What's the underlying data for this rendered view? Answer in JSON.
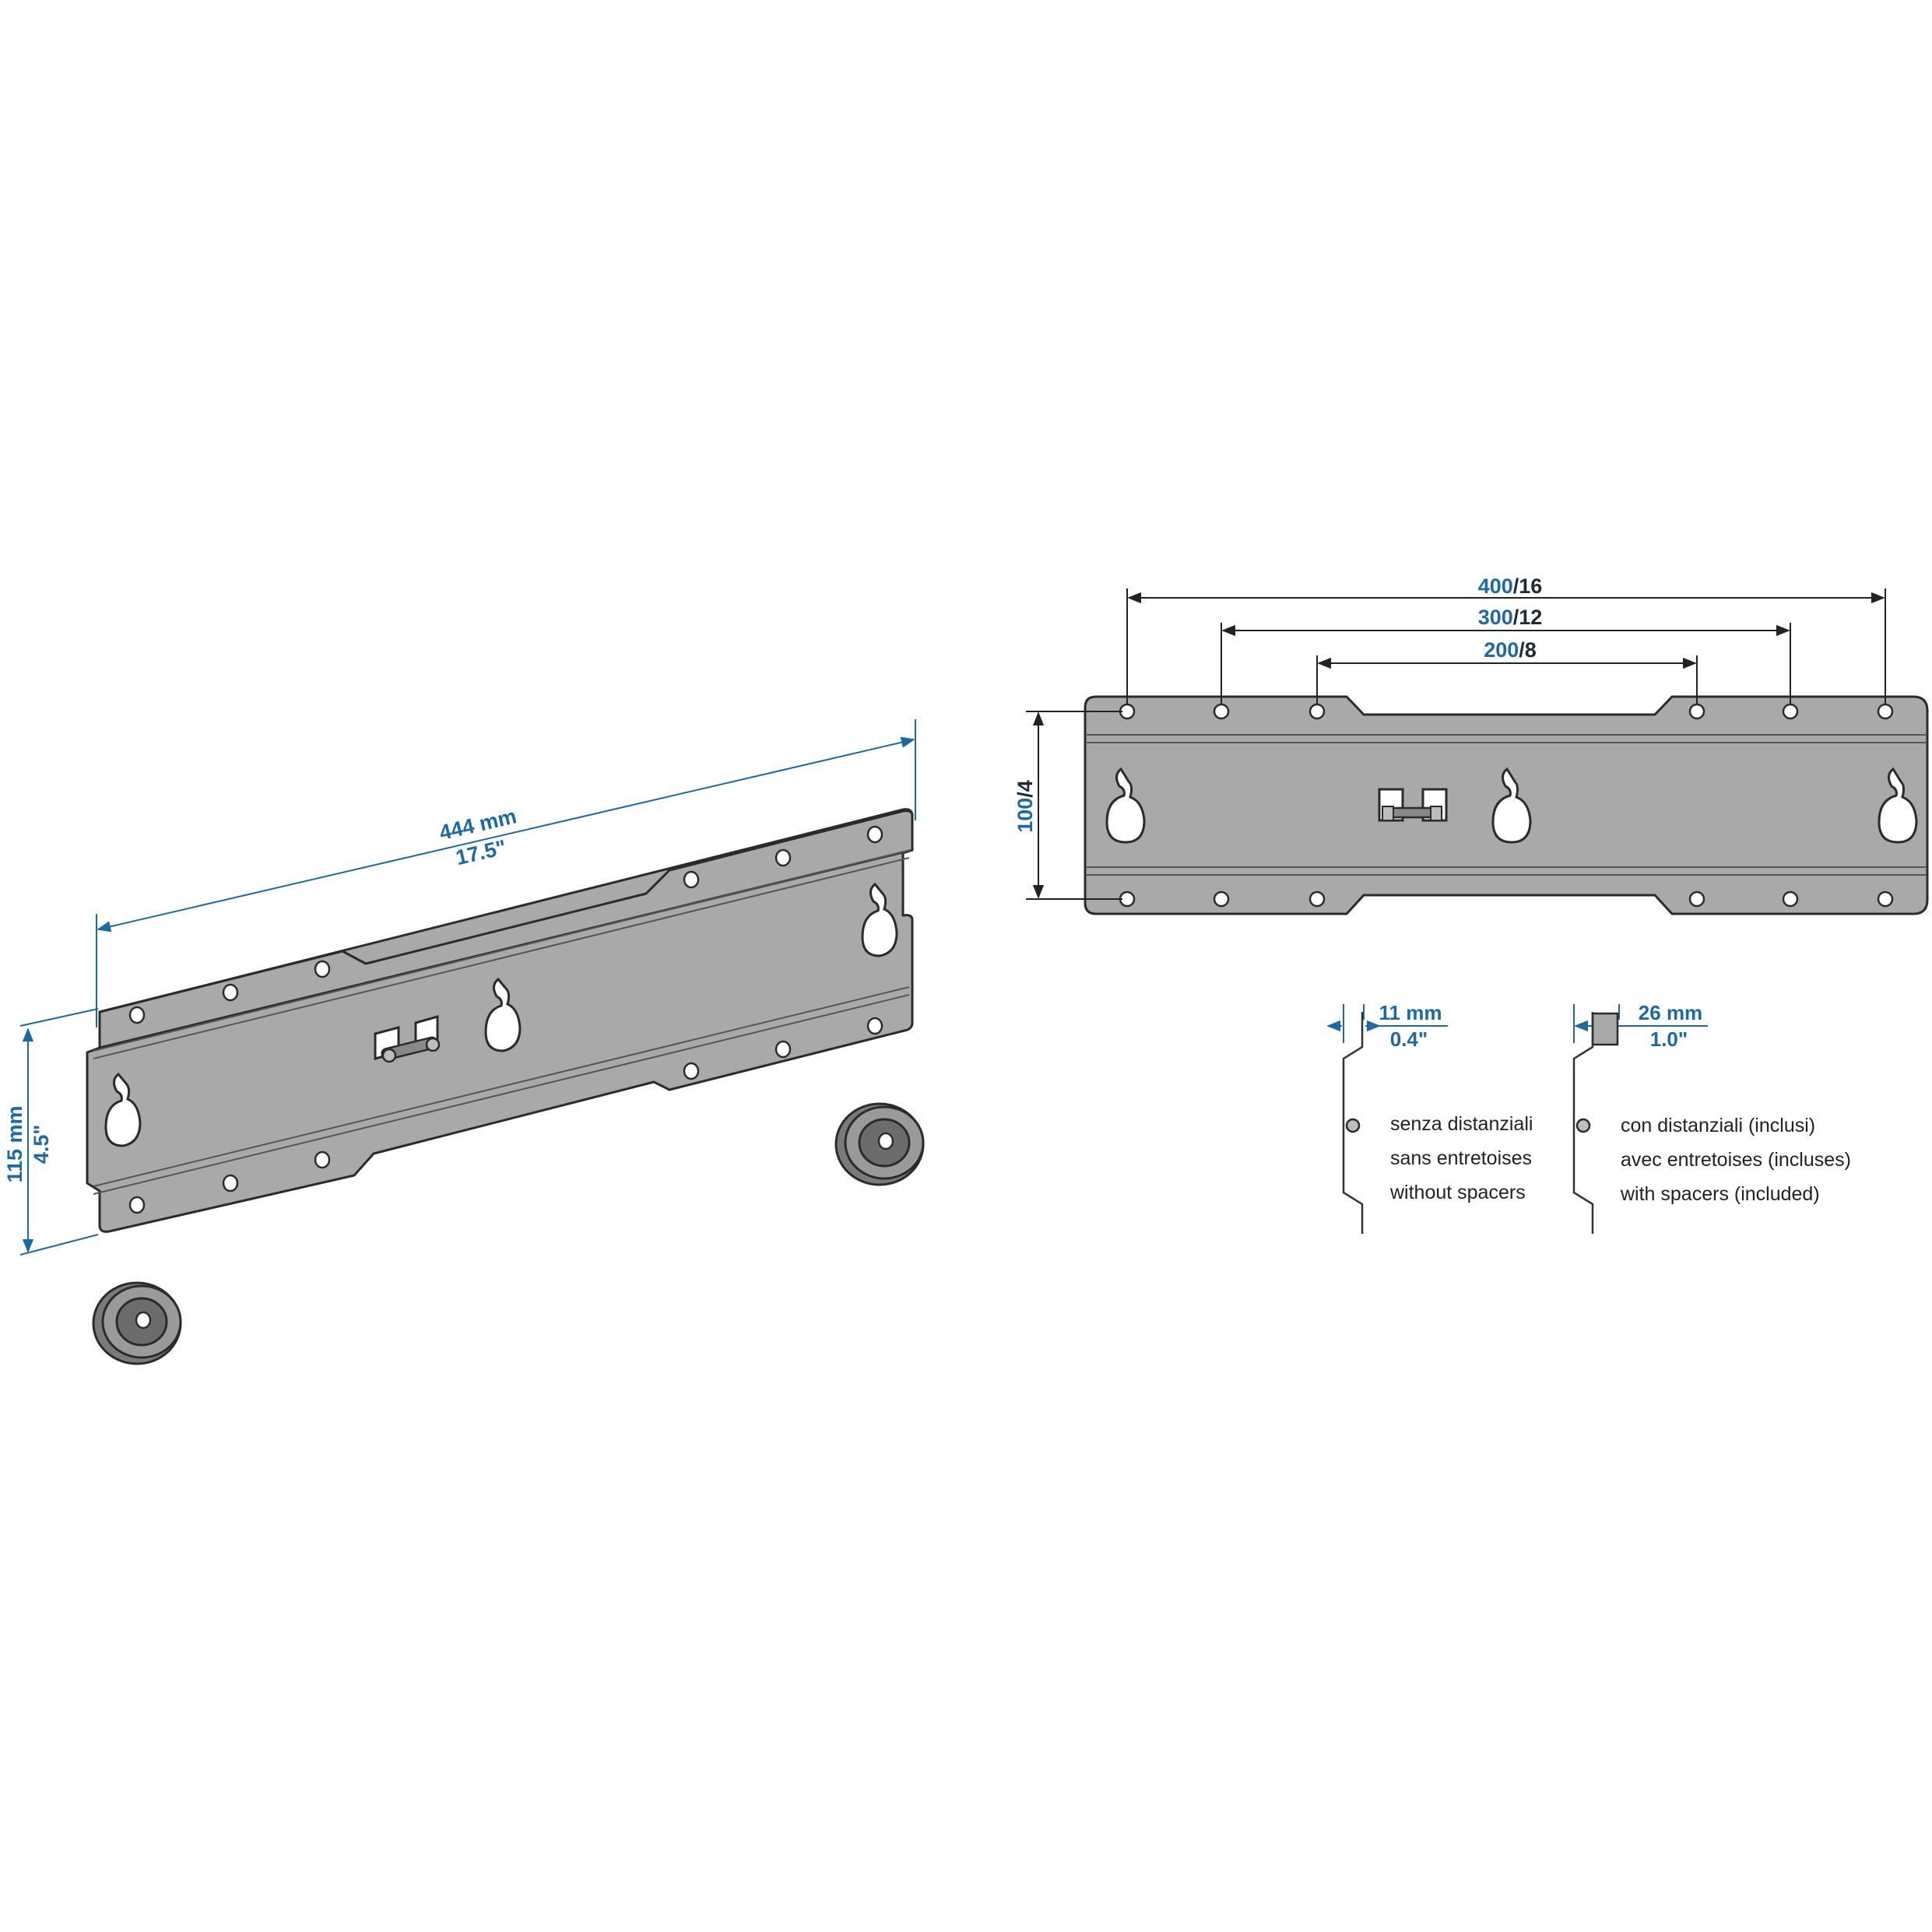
{
  "colors": {
    "dimension": "#1a6aa8",
    "plate": "#a9a9a9",
    "outline": "#2b2b2b"
  },
  "iso_view": {
    "length_mm": "444 mm",
    "length_in": "17.5\"",
    "height_mm": "115 mm",
    "height_in": "4.5\""
  },
  "front_view": {
    "vesa_h": [
      {
        "mm": "400",
        "in": "/16"
      },
      {
        "mm": "300",
        "in": "/12"
      },
      {
        "mm": "200",
        "in": "/8"
      }
    ],
    "vesa_v": {
      "mm": "100",
      "in": "/4"
    }
  },
  "side_views": {
    "without": {
      "depth_mm": "11 mm",
      "depth_in": "0.4\"",
      "lines": [
        "senza distanziali",
        "sans entretoises",
        "without spacers"
      ]
    },
    "with": {
      "depth_mm": "26 mm",
      "depth_in": "1.0\"",
      "lines": [
        "con distanziali (inclusi)",
        "avec entretoises (incluses)",
        "with spacers (included)"
      ]
    }
  }
}
